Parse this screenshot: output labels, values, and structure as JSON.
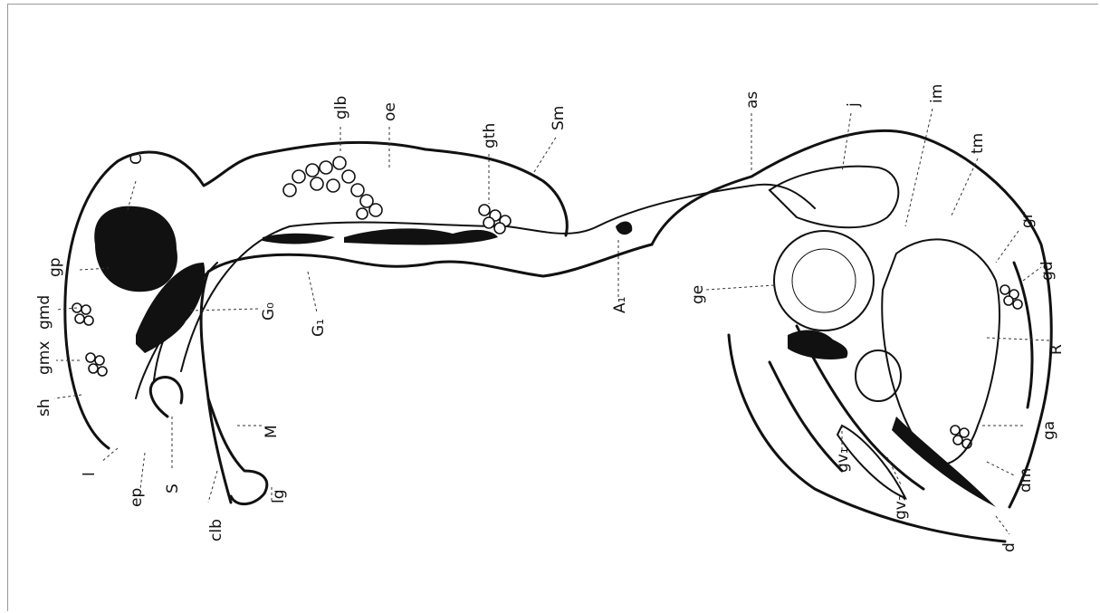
{
  "figure": {
    "labels": {
      "C": "C",
      "gp": "gp",
      "gmd": "gmd",
      "gmx": "gmx",
      "sh": "sh",
      "l": "l",
      "ep": "ep",
      "S": "S",
      "clb": "clb",
      "lg": "lg",
      "M": "M",
      "Go": "G₀",
      "G1": "G₁",
      "glb": "glb",
      "oe": "oe",
      "gth": "gth",
      "Sm": "Sm",
      "A1": "A₁",
      "as": "as",
      "j": "j",
      "ge": "ge",
      "im": "im",
      "tm": "tm",
      "gr": "gr",
      "gd": "gd",
      "R": "R",
      "ga": "ga",
      "dm": "dm",
      "d": "d",
      "gv1": "gv₁",
      "gv2": "gv₂"
    }
  }
}
